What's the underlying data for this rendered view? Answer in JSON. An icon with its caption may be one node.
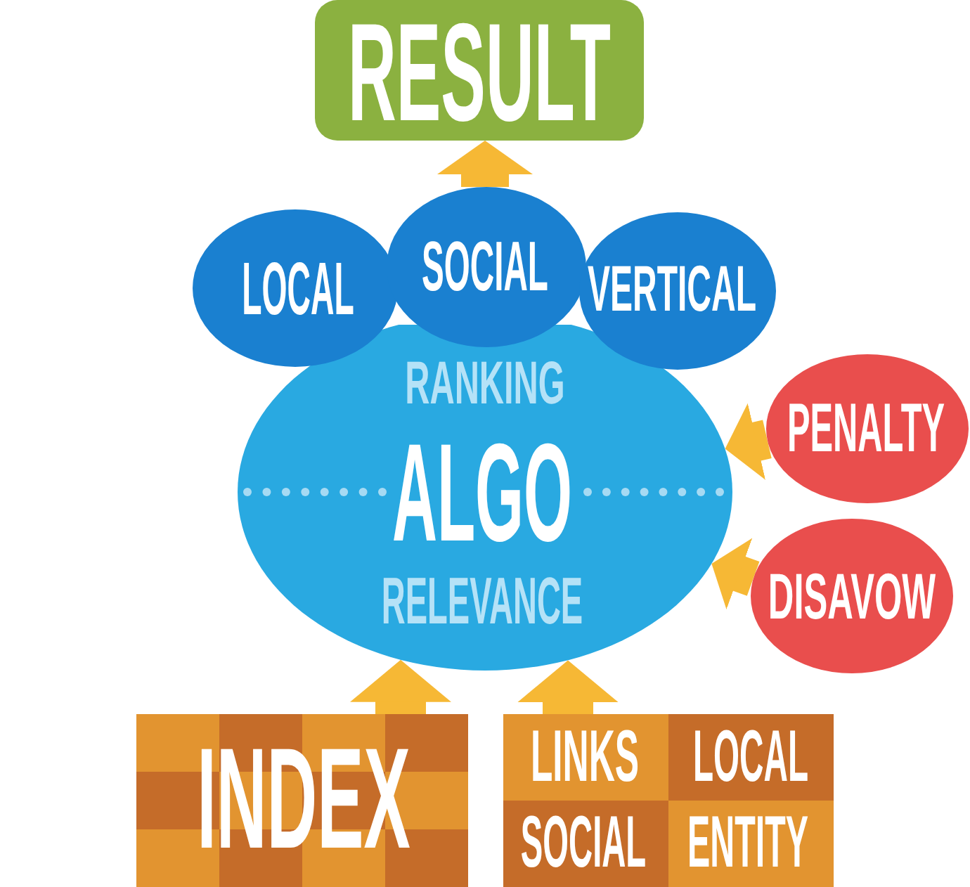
{
  "diagram": {
    "nodes": [
      {
        "text": [
          "RESULT"
        ]
      },
      {
        "text": [
          "LOCAL"
        ]
      },
      {
        "text": [
          "SOCIAL"
        ]
      },
      {
        "text": [
          "VERTICAL"
        ]
      },
      {
        "text": [
          "RANKING",
          "ALGO",
          "RELEVANCE"
        ]
      },
      {
        "text": [
          "PENALTY"
        ]
      },
      {
        "text": [
          "DISAVOW"
        ]
      },
      {
        "text": [
          "INDEX"
        ]
      },
      {
        "text": [
          "LINKS",
          "LOCAL",
          "SOCIAL",
          "ENTITY"
        ]
      }
    ],
    "edges": [
      {
        "from": 2,
        "to": 0,
        "arrow": "to"
      },
      {
        "from": 5,
        "to": 4,
        "arrow": "to"
      },
      {
        "from": 6,
        "to": 4,
        "arrow": "to"
      },
      {
        "from": 7,
        "to": 4,
        "arrow": "to"
      },
      {
        "from": 8,
        "to": 4,
        "arrow": "to"
      }
    ]
  }
}
